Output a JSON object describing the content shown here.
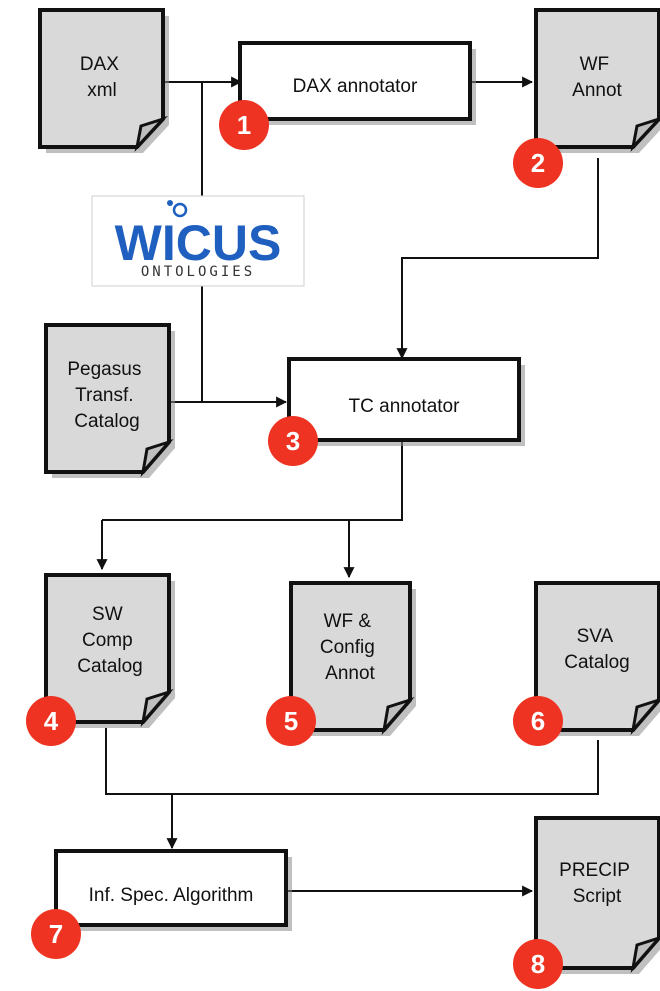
{
  "documents": {
    "dax_xml": [
      "DAX",
      "xml"
    ],
    "wf_annot": [
      "WF",
      "Annot"
    ],
    "pegasus_catalog": [
      "Pegasus",
      "Transf.",
      "Catalog"
    ],
    "sw_comp_catalog": [
      "SW",
      "Comp",
      "Catalog"
    ],
    "wf_config_annot": [
      "WF &",
      "Config",
      "Annot"
    ],
    "sva_catalog": [
      "SVA",
      "Catalog"
    ],
    "precip_script": [
      "PRECIP",
      "Script"
    ]
  },
  "processes": {
    "dax_annotator": "DAX annotator",
    "tc_annotator": "TC annotator",
    "inf_spec_algorithm": "Inf. Spec. Algorithm"
  },
  "badges": {
    "b1": "1",
    "b2": "2",
    "b3": "3",
    "b4": "4",
    "b5": "5",
    "b6": "6",
    "b7": "7",
    "b8": "8"
  },
  "logo": {
    "main": "WICUS",
    "sub": "ONTOLOGIES",
    "colors": {
      "blue": "#1f5fbf",
      "text_grey": "#333333"
    }
  },
  "colors": {
    "badge": "#ee3322",
    "document_fill": "#d9d9d9",
    "stroke": "#111111"
  }
}
